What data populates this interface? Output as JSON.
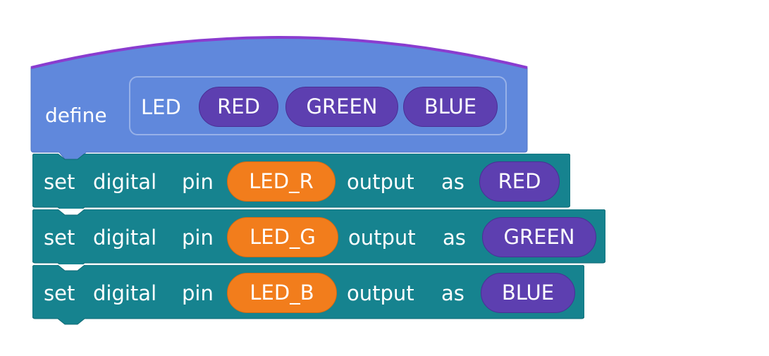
{
  "define_block": {
    "keyword": "define",
    "procedure_name": "LED",
    "params": [
      "RED",
      "GREEN",
      "BLUE"
    ],
    "color": "#6088dc",
    "hat_color": "#8a3ccf"
  },
  "set_blocks": [
    {
      "w1": "set",
      "w2": "digital",
      "w3": "pin",
      "pin": "LED_R",
      "w4": "output",
      "w5": "as",
      "value": "RED"
    },
    {
      "w1": "set",
      "w2": "digital",
      "w3": "pin",
      "pin": "LED_G",
      "w4": "output",
      "w5": "as",
      "value": "GREEN"
    },
    {
      "w1": "set",
      "w2": "digital",
      "w3": "pin",
      "pin": "LED_B",
      "w4": "output",
      "w5": "as",
      "value": "BLUE"
    }
  ],
  "colors": {
    "command_block": "#16838f",
    "pin_reporter": "#f27d1c",
    "param_reporter": "#5d3fb0"
  }
}
